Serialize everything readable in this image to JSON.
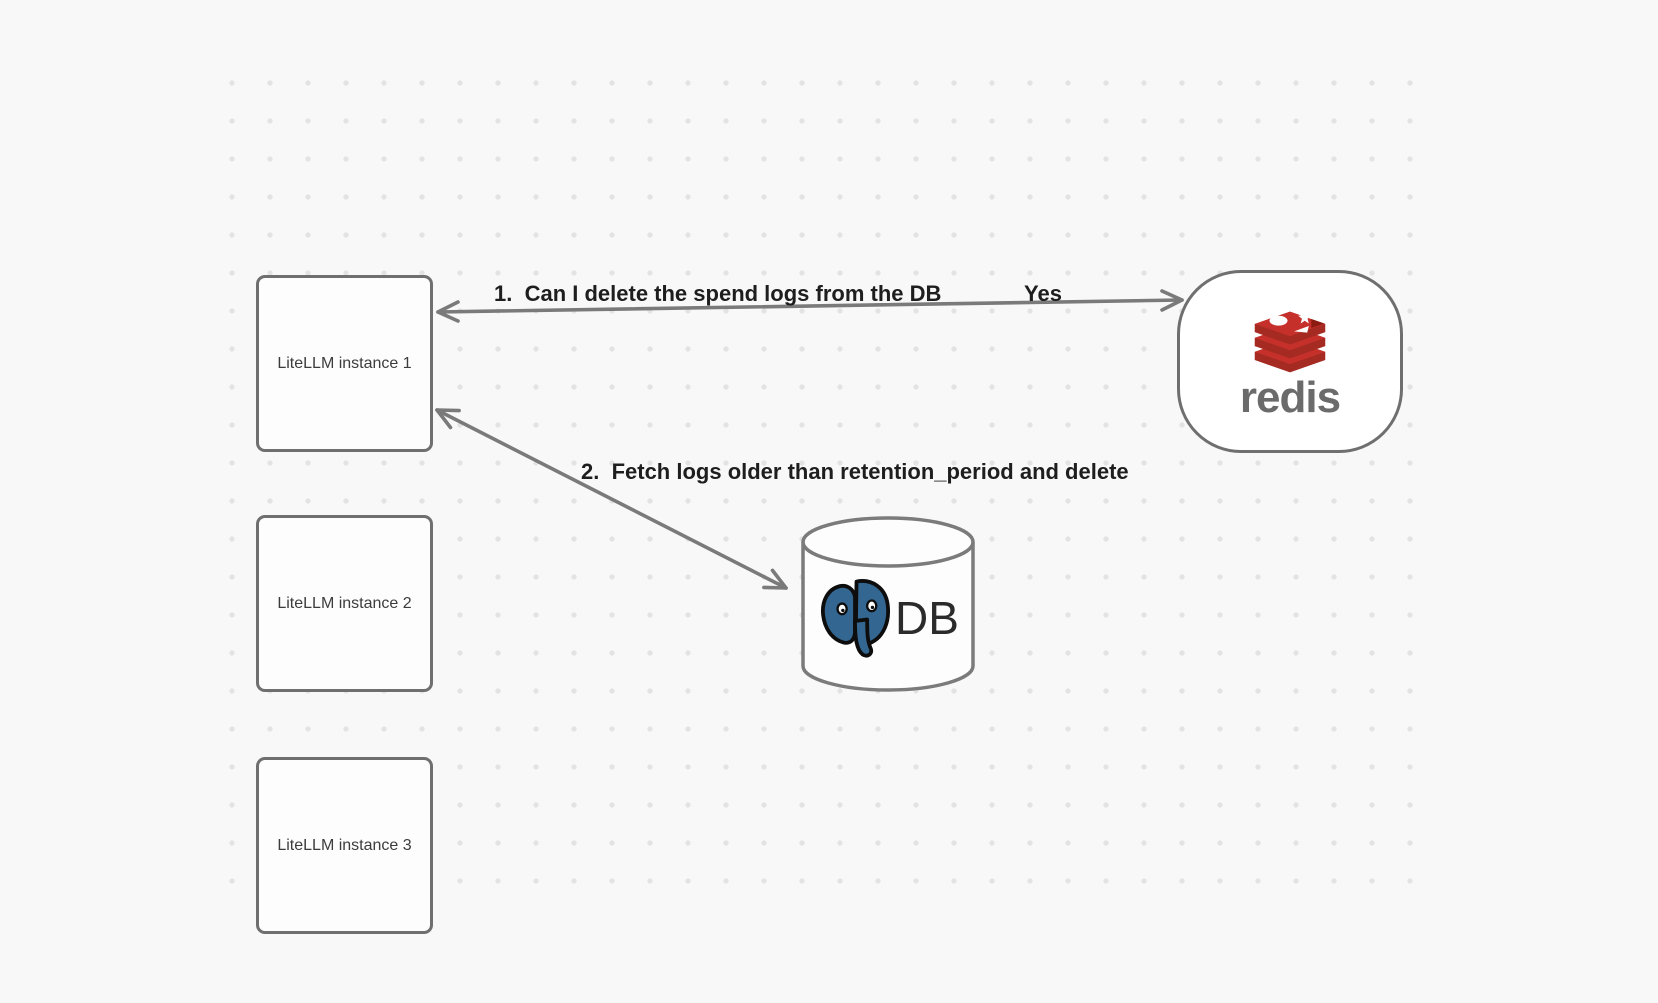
{
  "nodes": {
    "instances": [
      {
        "label": "LiteLLM instance 1"
      },
      {
        "label": "LiteLLM instance 2"
      },
      {
        "label": "LiteLLM instance 3"
      }
    ],
    "redis": {
      "wordmark": "redis",
      "icon": "redis-stack-logo"
    },
    "database": {
      "label": "DB",
      "icon": "postgresql-elephant-logo"
    }
  },
  "edges": {
    "redis_query": {
      "label": "1.  Can I delete the spend logs from the DB",
      "response": "Yes",
      "style": "double-headed-arrow"
    },
    "db_fetch": {
      "label": "2.  Fetch logs older than retention_period and delete",
      "style": "double-headed-arrow"
    }
  },
  "colors": {
    "background": "#f8f8f8",
    "grid_dot": "#e3e3e3",
    "shape_border": "#6f6f6f",
    "shape_fill": "#fdfdfd",
    "arrow": "#7a7a7a",
    "edge_label_text": "#1e1e1e",
    "node_text": "#3c3c3c",
    "redis_red": "#c6302b",
    "redis_red_dark": "#a42a22",
    "redis_wordmark": "#6b6b6b",
    "postgres_blue": "#336791",
    "db_text": "#2b2b2b"
  }
}
